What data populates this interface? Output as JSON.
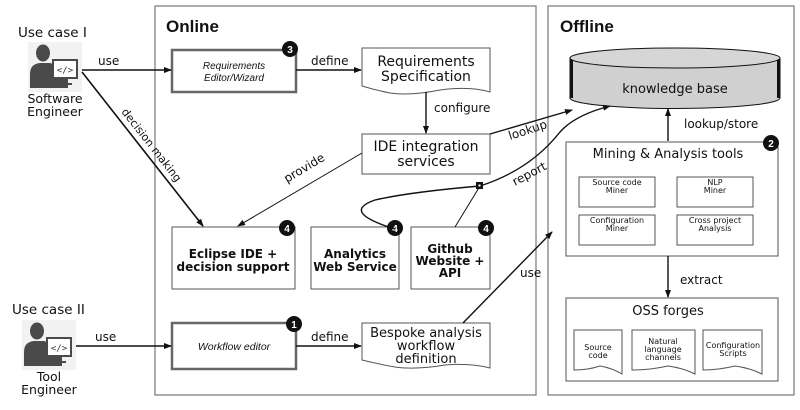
{
  "actors": [
    {
      "use_case": "Use case I",
      "role_line1": "Software",
      "role_line2": "Engineer",
      "icon": "developer-at-computer-icon"
    },
    {
      "use_case": "Use case II",
      "role_line1": "Tool",
      "role_line2": "Engineer",
      "icon": "developer-at-computer-icon"
    }
  ],
  "sections": {
    "online": "Online",
    "offline": "Offline"
  },
  "online": {
    "requirements_editor": {
      "line1": "Requirements",
      "line2": "Editor/Wizard",
      "badge": "3"
    },
    "requirements_spec": {
      "line1": "Requirements",
      "line2": "Specification"
    },
    "ide_services": {
      "line1": "IDE integration",
      "line2": "services"
    },
    "eclipse": {
      "line1": "Eclipse IDE +",
      "line2": "decision support",
      "badge": "4"
    },
    "analytics": {
      "line1": "Analytics",
      "line2": "Web Service",
      "badge": "4"
    },
    "github": {
      "line1": "Github",
      "line2": "Website +",
      "line3": "API",
      "badge": "4"
    },
    "workflow_editor": {
      "label": "Workflow editor",
      "badge": "1"
    },
    "workflow_def": {
      "line1": "Bespoke analysis",
      "line2": "workflow",
      "line3": "definition"
    }
  },
  "offline": {
    "knowledge_base": "knowledge base",
    "mining": {
      "title": "Mining & Analysis tools",
      "badge": "2",
      "tools": [
        {
          "line1": "Source code",
          "line2": "Miner"
        },
        {
          "line1": "NLP",
          "line2": "Miner"
        },
        {
          "line1": "Configuration",
          "line2": "Miner"
        },
        {
          "line1": "Cross project",
          "line2": "Analysis"
        }
      ]
    },
    "oss": {
      "title": "OSS forges",
      "docs": [
        {
          "line1": "Source",
          "line2": "code",
          "line3": ""
        },
        {
          "line1": "Natural",
          "line2": "language",
          "line3": "channels"
        },
        {
          "line1": "Configuration",
          "line2": "Scripts",
          "line3": ""
        }
      ]
    }
  },
  "edges": {
    "use1": "use",
    "use2": "use",
    "use3": "use",
    "define1": "define",
    "define2": "define",
    "configure": "configure",
    "provide": "provide",
    "decision_making": "decision making",
    "lookup": "lookup",
    "report": "report",
    "lookup_store": "lookup/store",
    "extract": "extract"
  }
}
